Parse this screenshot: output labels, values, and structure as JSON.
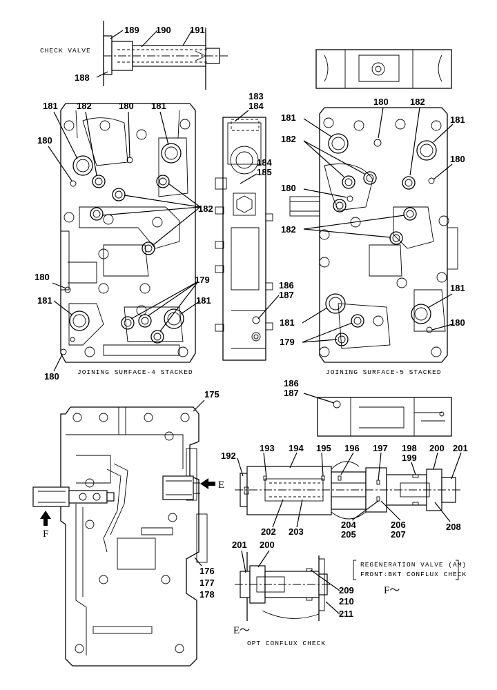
{
  "captions": {
    "check_valve": "CHECK  VALVE",
    "joining_4": "JOINING  SURFACE-4  STACKED",
    "joining_5": "JOINING  SURFACE-5  STACKED",
    "regen_1": "REGENERATION  VALVE (AM)",
    "regen_2": "FRONT:BKT CONFLUX CHECK",
    "opt_conflux": "OPT  CONFLUX  CHECK",
    "view_e": "E",
    "view_f": "F",
    "f_tilde": "F～",
    "e_tilde": "E～"
  },
  "parts": {
    "p175": "175",
    "p176": "176",
    "p177": "177",
    "p178": "178",
    "p179": "179",
    "p180": "180",
    "p181": "181",
    "p182": "182",
    "p183": "183",
    "p184": "184",
    "p185": "185",
    "p186": "186",
    "p187": "187",
    "p188": "188",
    "p189": "189",
    "p190": "190",
    "p191": "191",
    "p192": "192",
    "p193": "193",
    "p194": "194",
    "p195": "195",
    "p196": "196",
    "p197": "197",
    "p198": "198",
    "p199": "199",
    "p200": "200",
    "p201": "201",
    "p202": "202",
    "p203": "203",
    "p204": "204",
    "p205": "205",
    "p206": "206",
    "p207": "207",
    "p208": "208",
    "p209": "209",
    "p210": "210",
    "p211": "211"
  }
}
